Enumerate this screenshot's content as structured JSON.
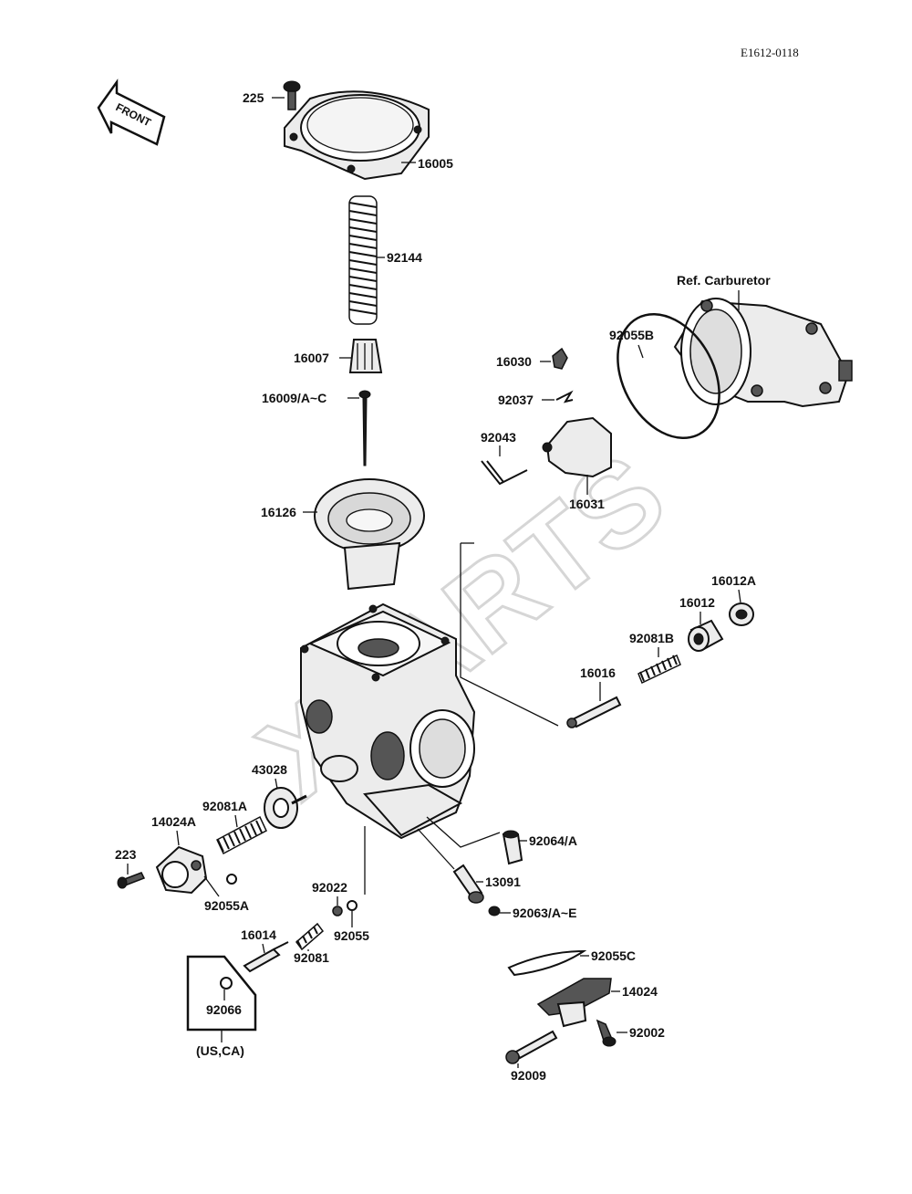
{
  "diagram_code": "E1612-0118",
  "front_label": "FRONT",
  "watermark": "XPARTS",
  "ref_label": "Ref. Carburetor",
  "region_note": "(US,CA)",
  "parts": {
    "p225": "225",
    "p16005": "16005",
    "p92144": "92144",
    "p16007": "16007",
    "p16009": "16009/A~C",
    "p16126": "16126",
    "p16030": "16030",
    "p92037": "92037",
    "p92043": "92043",
    "p16031": "16031",
    "p92055B": "92055B",
    "p16012A": "16012A",
    "p16012": "16012",
    "p92081B": "92081B",
    "p16016": "16016",
    "p43028": "43028",
    "p92081A": "92081A",
    "p14024A": "14024A",
    "p223": "223",
    "p92055A": "92055A",
    "p92064": "92064/A",
    "p13091": "13091",
    "p92022": "92022",
    "p92063": "92063/A~E",
    "p92055": "92055",
    "p16014": "16014",
    "p92081": "92081",
    "p92066": "92066",
    "p92055C": "92055C",
    "p14024": "14024",
    "p92002": "92002",
    "p92009": "92009"
  }
}
